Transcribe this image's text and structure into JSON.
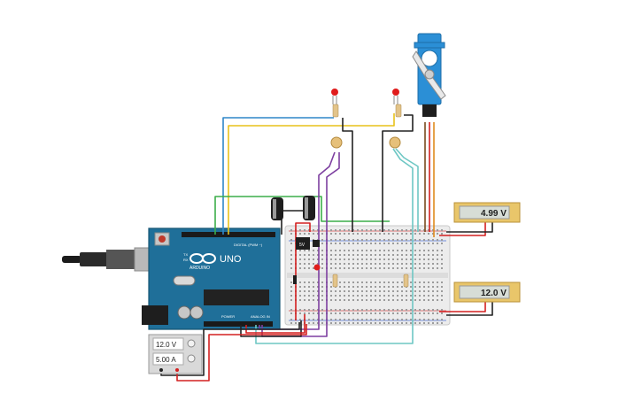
{
  "arduino": {
    "logo": "UNO",
    "brand": "ARDUINO",
    "digital_label": "DIGITAL (PWM ~)",
    "power_label": "POWER",
    "analog_label": "ANALOG IN",
    "tx_label": "TX",
    "rx_label": "RX"
  },
  "regulator": {
    "label": "5V"
  },
  "voltmeter_top": {
    "reading": "4.99 V"
  },
  "voltmeter_bottom": {
    "reading": "12.0 V"
  },
  "power_supply": {
    "voltage": "12.0 V",
    "current": "5.00 A"
  },
  "colors": {
    "arduino_board": "#1f6f99",
    "breadboard": "#ececec",
    "wire_blue": "#2f86c8",
    "wire_yellow": "#e8c21a",
    "wire_green": "#3cad4a",
    "wire_purple": "#7d3fa0",
    "wire_teal": "#6ec7c4",
    "wire_red": "#d42020",
    "wire_black": "#222222",
    "wire_orange": "#e08a1e",
    "servo_body": "#2b8fd6",
    "led_red": "#e01b1b"
  }
}
